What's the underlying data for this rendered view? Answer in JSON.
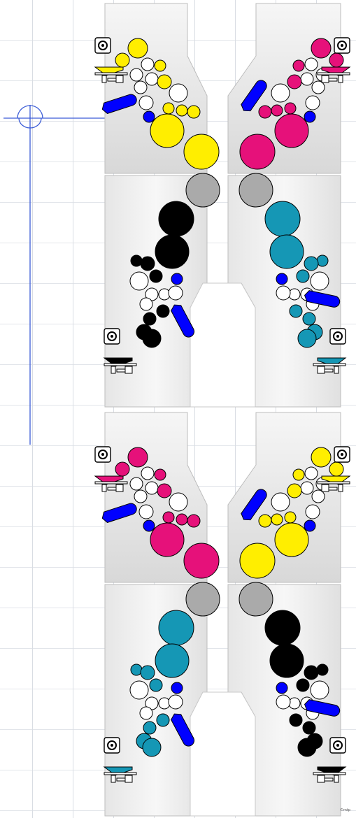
{
  "colors": {
    "cyan": "#1597b5",
    "magenta": "#e6117a",
    "yellow": "#ffee00",
    "black": "#000000",
    "blanket": "#aaaaaa",
    "form_roller": "#0000ff",
    "outline": "#000000",
    "frame_light": "#f4f4f4",
    "frame_dark": "#d9d9d9",
    "guide_line": "#3a5bd6",
    "grid_line": "#dadde3"
  },
  "press": {
    "units": [
      {
        "id": "unit-1",
        "upper_left": "yellow",
        "upper_right": "magenta",
        "lower_left": "black",
        "lower_right": "cyan"
      },
      {
        "id": "unit-2",
        "upper_left": "magenta",
        "upper_right": "yellow",
        "lower_left": "cyan",
        "lower_right": "black"
      }
    ]
  },
  "credit_text": "©mtp"
}
